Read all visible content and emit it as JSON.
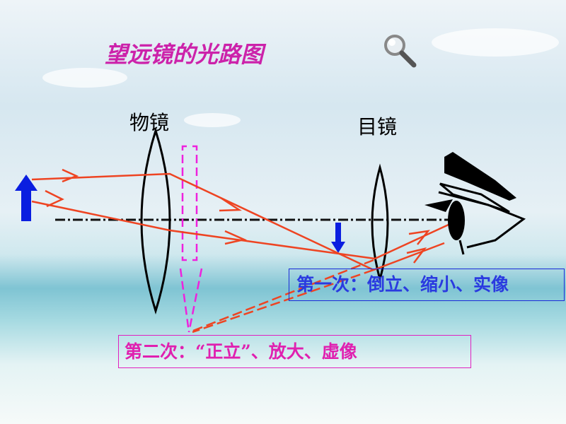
{
  "title": "望远镜的光路图",
  "labels": {
    "objective": "物镜",
    "eyepiece": "目镜"
  },
  "annotations": {
    "first_image": "第一次：倒立、缩小、实像",
    "second_image": "第二次：“正立”、放大、虚像"
  },
  "icons": {
    "magnifier": "magnifier-icon"
  },
  "colors": {
    "title": "#cc22aa",
    "ray": "#ee4422",
    "arrow": "#0a1ee0",
    "first_box": "#1a2ad8",
    "second_box": "#e020c0"
  }
}
